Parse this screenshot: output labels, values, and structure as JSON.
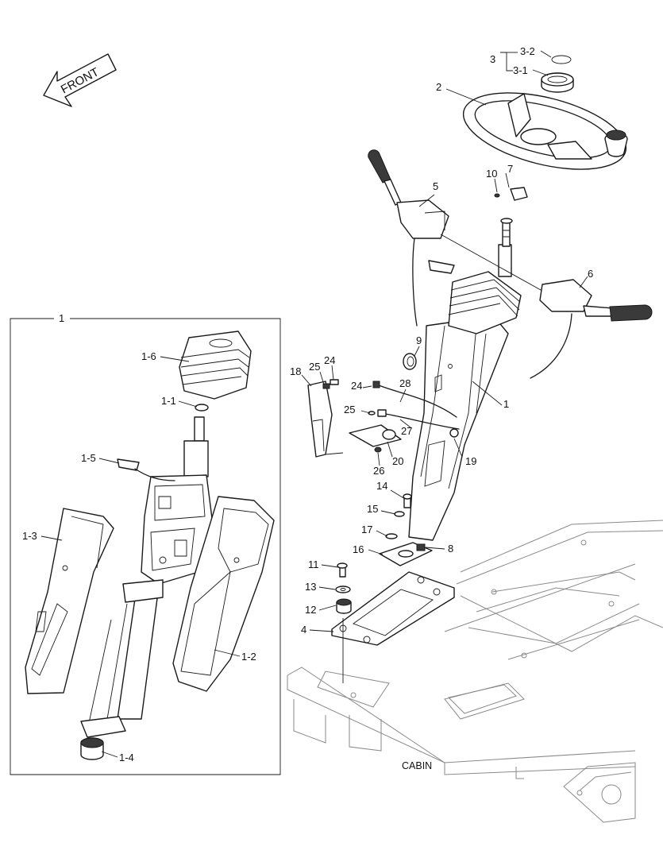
{
  "front_label": "FRONT",
  "cabin_label": "CABIN",
  "callouts": {
    "c1_box": "1",
    "c1": "1",
    "c1_1": "1-1",
    "c1_2": "1-2",
    "c1_3": "1-3",
    "c1_4": "1-4",
    "c1_5": "1-5",
    "c1_6": "1-6",
    "c2": "2",
    "c3": "3",
    "c3_1": "3-1",
    "c3_2": "3-2",
    "c4": "4",
    "c5": "5",
    "c6": "6",
    "c7": "7",
    "c8": "8",
    "c9": "9",
    "c10": "10",
    "c11": "11",
    "c12": "12",
    "c13": "13",
    "c14": "14",
    "c15": "15",
    "c16": "16",
    "c17": "17",
    "c18": "18",
    "c19": "19",
    "c20": "20",
    "c24a": "24",
    "c24b": "24",
    "c25a": "25",
    "c25b": "25",
    "c26": "26",
    "c27": "27",
    "c28": "28"
  }
}
